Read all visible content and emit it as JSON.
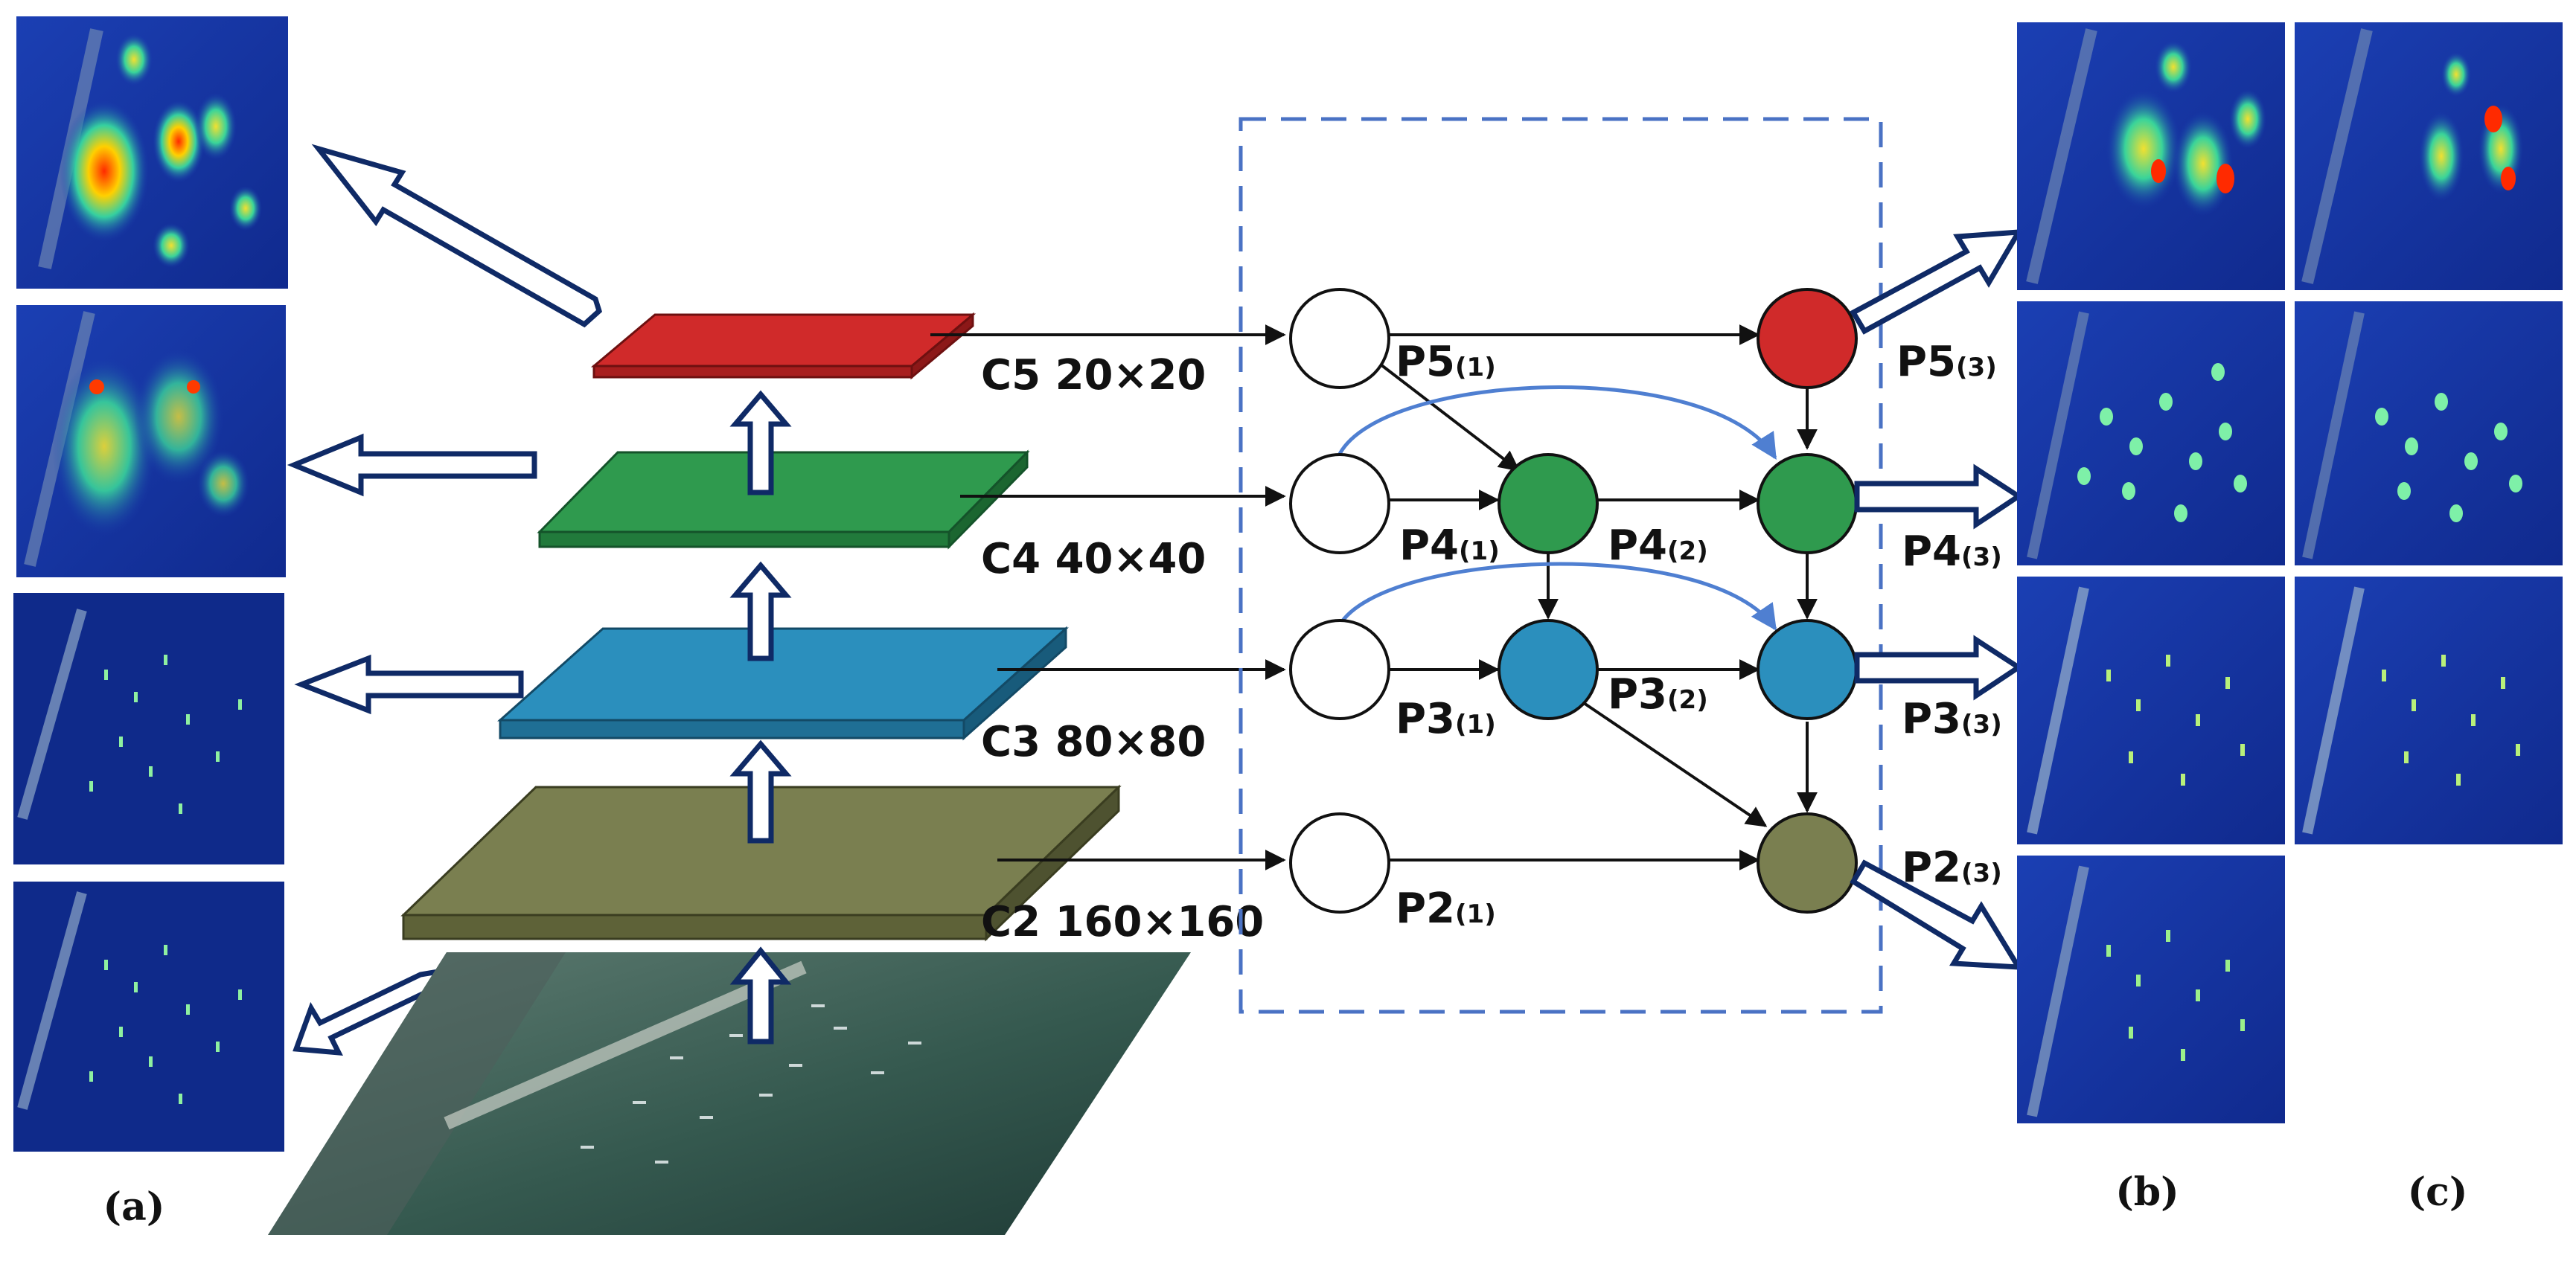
{
  "captions": {
    "a": "(a)",
    "b": "(b)",
    "c": "(c)"
  },
  "backbone": {
    "c5": {
      "name": "C5",
      "size": "20×20"
    },
    "c4": {
      "name": "C4",
      "size": "40×40"
    },
    "c3": {
      "name": "C3",
      "size": "80×80"
    },
    "c2": {
      "name": "C2",
      "size": "160×160"
    }
  },
  "nodes": {
    "p5_1": {
      "base": "P5",
      "sub": "(1)"
    },
    "p4_1": {
      "base": "P4",
      "sub": "(1)"
    },
    "p3_1": {
      "base": "P3",
      "sub": "(1)"
    },
    "p2_1": {
      "base": "P2",
      "sub": "(1)"
    },
    "p4_2": {
      "base": "P4",
      "sub": "(2)"
    },
    "p3_2": {
      "base": "P3",
      "sub": "(2)"
    },
    "p5_3": {
      "base": "P5",
      "sub": "(3)"
    },
    "p4_3": {
      "base": "P4",
      "sub": "(3)"
    },
    "p3_3": {
      "base": "P3",
      "sub": "(3)"
    },
    "p2_3": {
      "base": "P2",
      "sub": "(3)"
    }
  },
  "colors": {
    "c5": "#d02a2a",
    "c4": "#2f9a4e",
    "c3": "#2b8fbd",
    "c2": "#7a7f50",
    "arrow_outline": "#0f2a66",
    "dashed_box": "#4a72c4",
    "skip_arrow": "#4f7fd1"
  }
}
